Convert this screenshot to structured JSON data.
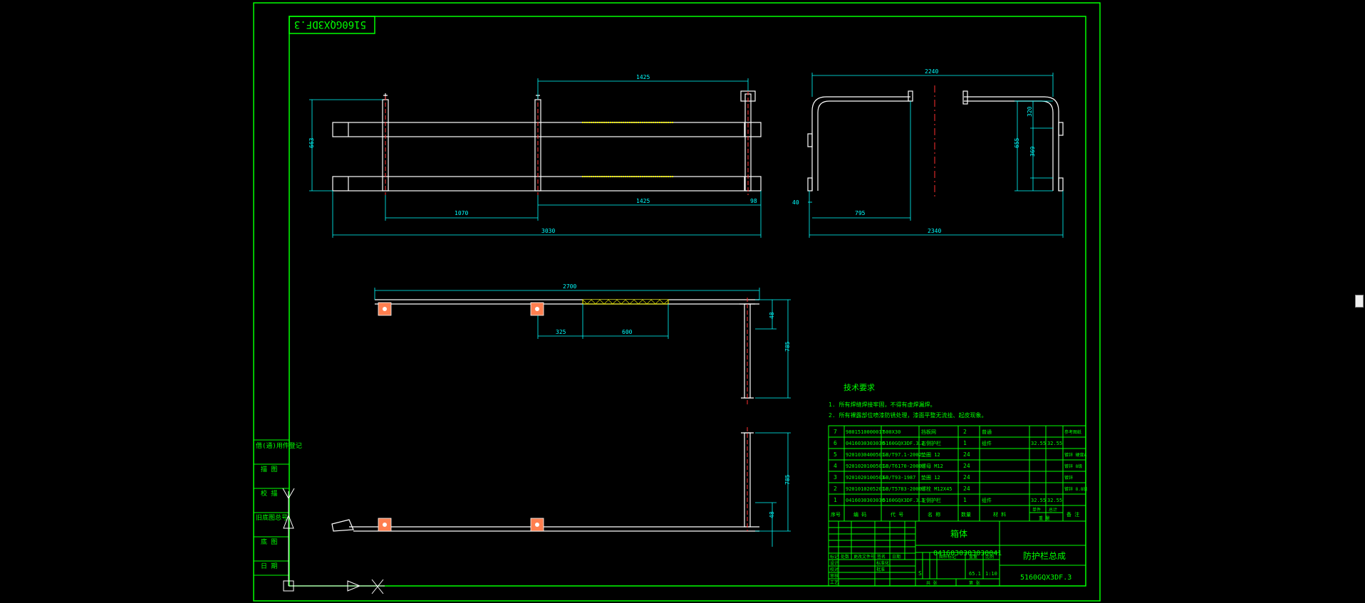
{
  "drawing": {
    "code_stamp": "5160GQX3DF.3",
    "part_name_block": "箱体",
    "assembly_code": "0416030303030041",
    "assembly_title": "防护栏总成",
    "drawing_code": "5160GQX3DF.3",
    "tech_req_title": "技术要求",
    "tech_req_1": "1. 所有焊缝焊接牢固，不得有虚焊漏焊。",
    "tech_req_2": "2. 所有裸露部位喷漆防锈处理，漆面平整无流挂、起皮现象。"
  },
  "dimensions": {
    "top_span_upper": "1425",
    "top_span_lower": "1425",
    "left_seg": "1070",
    "small_seg": "98",
    "total_length": "3030",
    "height_left": "663",
    "side_top": "2240",
    "side_offset": "40",
    "side_mid": "795",
    "side_total": "2340",
    "side_h1": "320",
    "side_h2": "655",
    "side_h3": "369",
    "mid_total": "2700",
    "mid_seg1": "325",
    "mid_seg2": "600",
    "mid_v_small": "48",
    "mid_v_big": "785",
    "low_v_big": "785",
    "low_v_small": "48"
  },
  "left_strip": {
    "cells": [
      "借(通)用件登记",
      "描 图",
      "校 描",
      "旧底图总号",
      "底 图",
      "日 期"
    ]
  },
  "bom": {
    "rows": [
      {
        "no": "7",
        "code": "9801510000017",
        "spec": "600X30",
        "name": "挡板网",
        "qty": "2",
        "mat": "普通",
        "w1": "",
        "w2": "",
        "note": "参考图纸"
      },
      {
        "no": "6",
        "code": "0416030303030",
        "spec": "5160GQX3DF.3.2",
        "name": "右侧护栏",
        "qty": "1",
        "mat": "组件",
        "w1": "32.55",
        "w2": "32.55",
        "note": ""
      },
      {
        "no": "5",
        "code": "9201030400501",
        "spec": "GB/T97.1-2002",
        "name": "垫圈 12",
        "qty": "24",
        "mat": "",
        "w1": "",
        "w2": "",
        "note": "镀锌 硬度A"
      },
      {
        "no": "4",
        "code": "9201020100501",
        "spec": "GB/T6170-2000",
        "name": "螺母 M12",
        "qty": "24",
        "mat": "",
        "w1": "",
        "w2": "",
        "note": "镀锌 8级"
      },
      {
        "no": "3",
        "code": "9201020100503",
        "spec": "GB/T93-1987",
        "name": "垫圈 12",
        "qty": "24",
        "mat": "",
        "w1": "",
        "w2": "",
        "note": "镀锌"
      },
      {
        "no": "2",
        "code": "9201010205201",
        "spec": "GB/T5783-2000",
        "name": "螺栓 M12X45",
        "qty": "24",
        "mat": "",
        "w1": "",
        "w2": "",
        "note": "镀锌 8.8级"
      },
      {
        "no": "1",
        "code": "0416030303030",
        "spec": "5160GQX3DF.3.1",
        "name": "左侧护栏",
        "qty": "1",
        "mat": "组件",
        "w1": "32.55",
        "w2": "32.55",
        "note": ""
      }
    ],
    "header": {
      "no": "序号",
      "code": "编  码",
      "spec": "代  号",
      "name": "名  称",
      "qty": "数量",
      "mat": "材  料",
      "w1": "单件",
      "w2": "总计",
      "weight": "重 量",
      "note": "备  注"
    }
  },
  "title_block": {
    "stage_label": "S",
    "weight": "65.1",
    "scale": "1:10",
    "rev_labels": [
      "标记",
      "处数",
      "更改文件号",
      "签名",
      "日期"
    ],
    "sign_labels": [
      "设计",
      "校对",
      "审核",
      "工艺",
      "标准化",
      "批准"
    ],
    "stage_headers": [
      "图样标记",
      "重量",
      "比例"
    ],
    "sheet_labels": [
      "共  张",
      "第  张"
    ]
  },
  "colors": {
    "frame": "#00ff00",
    "geometry": "#ffffff",
    "dimension": "#00ffff",
    "centerline": "#ff3030",
    "text": "#00ff00",
    "mesh": "#ffff00",
    "bracket": "#ff7f50"
  }
}
